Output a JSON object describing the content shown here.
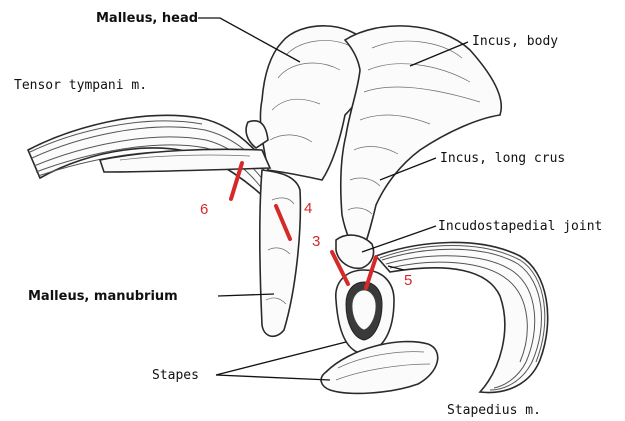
{
  "labels": {
    "malleus_head": "Malleus, head",
    "incus_body": "Incus, body",
    "tensor_tympani": "Tensor tympani m.",
    "incus_long_crus": "Incus, long crus",
    "incudostapedial_joint": "Incudostapedial joint",
    "malleus_manubrium": "Malleus, manubrium",
    "stapes": "Stapes",
    "stapedius": "Stapedius m."
  },
  "markers": {
    "m3": "3",
    "m4": "4",
    "m5": "5",
    "m6": "6"
  },
  "colors": {
    "cut_lines": "#d42a2a",
    "outline": "#2a2a2a",
    "label_text": "#111111"
  }
}
